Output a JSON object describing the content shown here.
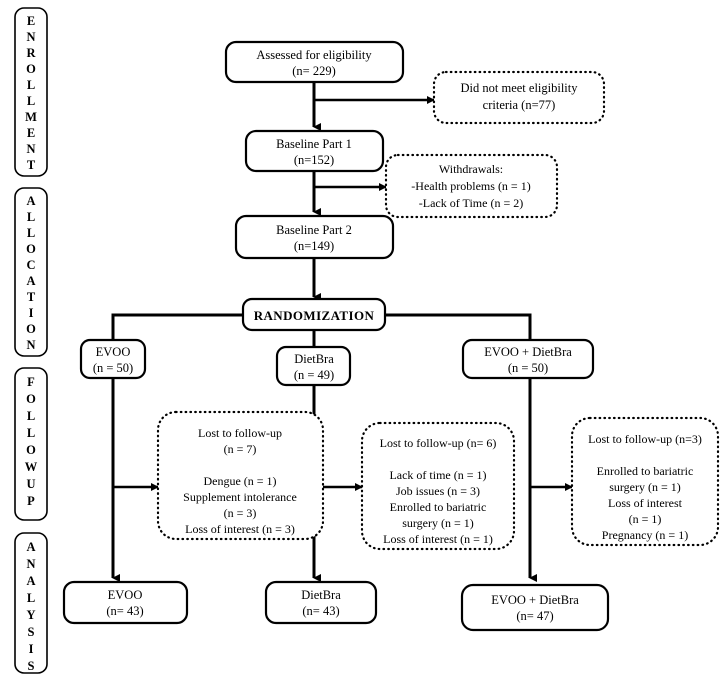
{
  "diagram": {
    "type": "consort-flow-diagram",
    "title": "CONSORT participant flow diagram",
    "colors": {
      "background": "#ffffff",
      "stroke": "#000000",
      "box_fill": "#ffffff"
    }
  },
  "stages": [
    {
      "id": "enrollment",
      "label": "ENROLLMENT",
      "letters": [
        "E",
        "N",
        "R",
        "O",
        "L",
        "L",
        "M",
        "E",
        "N",
        "T"
      ]
    },
    {
      "id": "allocation",
      "label": "ALLOCATION",
      "letters": [
        "A",
        "L",
        "L",
        "O",
        "C",
        "A",
        "T",
        "I",
        "O",
        "N"
      ]
    },
    {
      "id": "follow-up",
      "label": "FOLLOW UP",
      "letters": [
        "F",
        "O",
        "L",
        "L",
        "O",
        "W",
        "",
        "U",
        "P"
      ]
    },
    {
      "id": "analysis",
      "label": "ANALYSIS",
      "letters": [
        "A",
        "N",
        "A",
        "L",
        "Y",
        "S",
        "I",
        "S"
      ]
    }
  ],
  "nodes": {
    "assessed": {
      "name": "assessed-for-eligibility",
      "style": "solid",
      "lines": [
        "Assessed for eligibility",
        "(n= 229)"
      ]
    },
    "not_eligible": {
      "name": "did-not-meet-criteria",
      "style": "dotted",
      "lines": [
        "Did not meet eligibility",
        "criteria (n=77)"
      ]
    },
    "baseline1": {
      "name": "baseline-part-1",
      "style": "solid",
      "lines": [
        "Baseline Part 1",
        "(n=152)"
      ]
    },
    "withdrawals": {
      "name": "withdrawals",
      "style": "dotted",
      "lines": [
        "Withdrawals:",
        "-Health problems (n = 1)",
        "-Lack of Time (n = 2)"
      ]
    },
    "baseline2": {
      "name": "baseline-part-2",
      "style": "solid",
      "lines": [
        "Baseline Part 2",
        "(n=149)"
      ]
    },
    "randomization": {
      "name": "randomization",
      "style": "solid",
      "lines": [
        "RANDOMIZATION"
      ]
    },
    "alloc_evoo": {
      "name": "allocation-evoo",
      "style": "solid",
      "lines": [
        "EVOO",
        "(n = 50)"
      ]
    },
    "alloc_dietbra": {
      "name": "allocation-dietbra",
      "style": "solid",
      "lines": [
        "DietBra",
        "(n = 49)"
      ]
    },
    "alloc_both": {
      "name": "allocation-evoo-dietbra",
      "style": "solid",
      "lines": [
        "EVOO + DietBra",
        "(n = 50)"
      ]
    },
    "lost_evoo": {
      "name": "lost-to-followup-evoo",
      "style": "dotted",
      "lines": [
        "Lost to follow-up",
        "(n = 7)",
        "",
        "Dengue (n = 1)",
        "Supplement intolerance",
        "(n = 3)",
        "Loss of interest (n = 3)"
      ]
    },
    "lost_dietbra": {
      "name": "lost-to-followup-dietbra",
      "style": "dotted",
      "lines": [
        "Lost to follow-up (n= 6)",
        "",
        "Lack of time (n = 1)",
        "Job issues (n = 3)",
        "Enrolled to bariatric",
        "surgery (n = 1)",
        "Loss of interest (n = 1)"
      ]
    },
    "lost_both": {
      "name": "lost-to-followup-evoo-dietbra",
      "style": "dotted",
      "lines": [
        "Lost to follow-up (n=3)",
        "",
        "Enrolled to bariatric",
        "surgery (n = 1)",
        "Loss of interest",
        "(n = 1)",
        "Pregnancy (n = 1)"
      ]
    },
    "analysis_evoo": {
      "name": "analysis-evoo",
      "style": "solid",
      "lines": [
        "EVOO",
        "(n= 43)"
      ]
    },
    "analysis_dietbra": {
      "name": "analysis-dietbra",
      "style": "solid",
      "lines": [
        "DietBra",
        "(n= 43)"
      ]
    },
    "analysis_both": {
      "name": "analysis-evoo-dietbra",
      "style": "solid",
      "lines": [
        "EVOO + DietBra",
        "(n= 47)"
      ]
    }
  }
}
